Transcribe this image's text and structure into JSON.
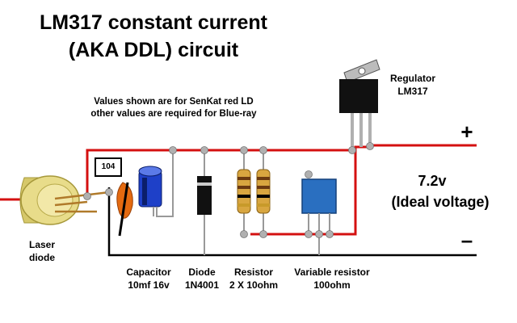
{
  "title": {
    "line1": "LM317 constant current",
    "line2": "(AKA DDL) circuit"
  },
  "note": {
    "line1": "Values shown are for SenKat red LD",
    "line2": "other values are required for Blue-ray"
  },
  "regulator": {
    "line1": "Regulator",
    "line2": "LM317"
  },
  "supply": {
    "plus": "+",
    "minus": "–",
    "voltage": "7.2v",
    "ideal": "(Ideal voltage)"
  },
  "laser": {
    "line1": "Laser",
    "line2": "diode"
  },
  "ceramic_cap_code": "104",
  "components": [
    {
      "name": "Capacitor",
      "value": "10mf 16v"
    },
    {
      "name": "Diode",
      "value": "1N4001"
    },
    {
      "name": "Resistor",
      "value": "2 X 10ohm"
    },
    {
      "name": "Variable resistor",
      "value": "100ohm"
    }
  ],
  "colors": {
    "positive_wire": "#d41010",
    "ground_wire": "#000000",
    "pin": "#b0b0b0",
    "capacitor": "#1e40c8",
    "ceramic_cap": "#e46a10",
    "resistor_body": "#d8a640",
    "pot": "#2a6fc0",
    "laser_body": "#e8dc8a"
  }
}
